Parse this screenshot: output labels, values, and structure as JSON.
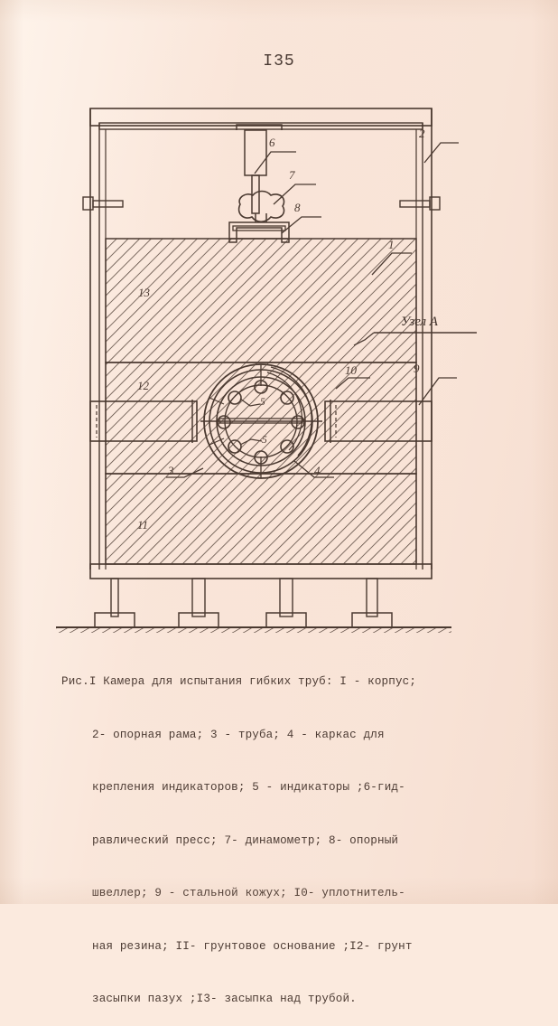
{
  "page": {
    "number": "I35",
    "paper_color": "#f9e6da",
    "ink_color": "#4a3930"
  },
  "figure": {
    "node_annotation": "Узел  А",
    "callouts": [
      {
        "id": "c1",
        "label": "6"
      },
      {
        "id": "c2",
        "label": "2"
      },
      {
        "id": "c3",
        "label": "7"
      },
      {
        "id": "c4",
        "label": "8"
      },
      {
        "id": "c5",
        "label": "1"
      },
      {
        "id": "c6",
        "label": "13"
      },
      {
        "id": "c7",
        "label": "12"
      },
      {
        "id": "c8",
        "label": "10"
      },
      {
        "id": "c9",
        "label": "9"
      },
      {
        "id": "c10",
        "label": "3"
      },
      {
        "id": "c11",
        "label": "4"
      },
      {
        "id": "c12",
        "label": "11"
      },
      {
        "id": "c13",
        "label": "5"
      },
      {
        "id": "c14",
        "label": "5"
      }
    ]
  },
  "caption": {
    "lines": [
      "Рис.I Камера для испытания гибких труб: I - корпус;",
      "2- опорная рама; 3 - труба; 4 - каркас для",
      "крепления индикаторов; 5 - индикаторы ;6-гид-",
      "равлический пресс; 7- динамометр; 8- опорный",
      "швеллер; 9 - стальной кожух; I0- уплотнитель-",
      "ная резина; II- грунтовое основание ;I2- грунт",
      "засыпки пазух ;I3- засыпка над трубой."
    ]
  }
}
